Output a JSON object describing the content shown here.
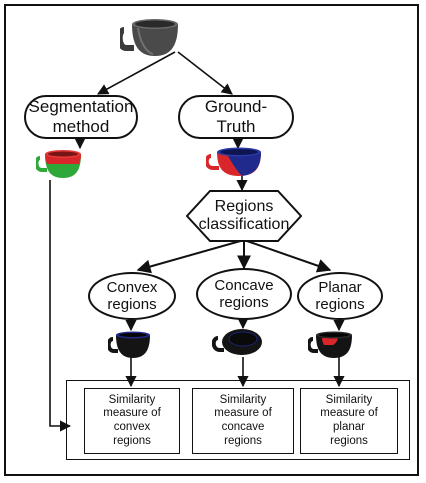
{
  "nodes": {
    "segmentation": "Segmentation\nmethod",
    "ground_truth": "Ground-\nTruth",
    "classification": "Regions\nclassification",
    "convex": "Convex\nregions",
    "concave": "Concave\nregions",
    "planar": "Planar\nregions",
    "sim_convex": "Similarity\nmeasure of\nconvex\nregions",
    "sim_concave": "Similarity\nmeasure of\nconcave\nregions",
    "sim_planar": "Similarity\nmeasure of\nplanar\nregions"
  },
  "images": {
    "input_cup": "gray-cup",
    "segmented_cup": "red-green-cup",
    "ground_truth_cup": "red-blue-cup",
    "convex_cup": "dark-cup-blue-rim",
    "concave_cup": "dark-cup-top-view",
    "planar_cup": "dark-cup-red-band"
  },
  "colors": {
    "ink": "#111111",
    "cup_gray": "#4a4a4a",
    "seg_red": "#d9262a",
    "seg_green": "#2fa83a",
    "gt_blue": "#1f2a8c",
    "dark_cup": "#141414"
  }
}
